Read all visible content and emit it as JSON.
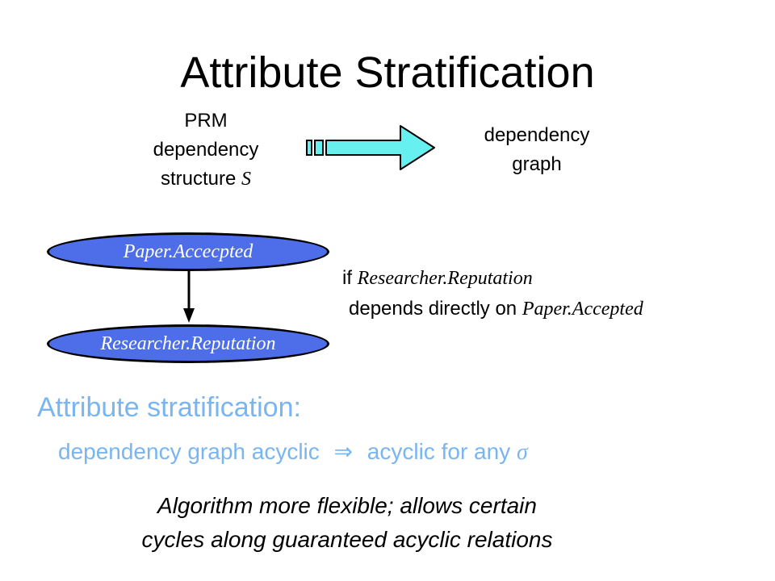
{
  "slide": {
    "title": "Attribute Stratification",
    "source": {
      "line1": "PRM",
      "line2": "dependency",
      "line3_prefix": "structure ",
      "line3_symbol": "S"
    },
    "target": {
      "line1": "dependency",
      "line2": "graph"
    },
    "nodes": {
      "parent": "Paper.Accecpted",
      "child": "Researcher.Reputation"
    },
    "condition": {
      "prefix": "if ",
      "attr_a": "Researcher.Reputation",
      "middle": "depends directly on ",
      "attr_b": "Paper.Accepted"
    },
    "stratification": {
      "heading": "Attribute stratification:",
      "premise": "dependency graph acyclic",
      "implies": "⇒",
      "conclusion": "acyclic for any",
      "symbol": "σ"
    },
    "note": {
      "line1": "Algorithm more flexible; allows certain",
      "line2": "cycles along guaranteed acyclic relations"
    }
  },
  "colors": {
    "node_fill": "#4d6ee8",
    "arrow_fill": "#66f0f0",
    "accent_text": "#79b5f0"
  }
}
